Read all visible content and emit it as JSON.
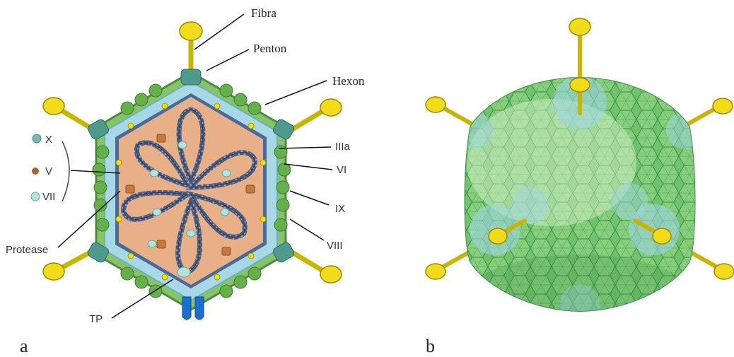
{
  "figure": {
    "panel_a_letter": "a",
    "panel_b_letter": "b"
  },
  "labels": {
    "fibra": "Fibra",
    "penton": "Penton",
    "hexon": "Hexon",
    "iiia": "IIIa",
    "vi": "VI",
    "ix": "IX",
    "viii": "VIII",
    "x": "X",
    "v": "V",
    "vii": "VII",
    "protease": "Protease",
    "tp": "TP"
  },
  "colors": {
    "capsid_core": "#e8b088",
    "dna_coil": "#4a5a7a",
    "hexon_green": "#7ec05a",
    "hexon_light": "#b6e0a0",
    "light_blue": "#a8d8e6",
    "penton_teal": "#4e9a8c",
    "fiber_yellow": "#e8d400",
    "tp_blue": "#1a6fd0",
    "protein_x": "#7ab6b2",
    "protein_v": "#a0683a",
    "protein_vii": "#b4e2dc",
    "protease": "#c8783c"
  },
  "icons": [
    "fiber-knob-icon",
    "penton-icon",
    "hexon-icon",
    "dna-coil-icon"
  ]
}
